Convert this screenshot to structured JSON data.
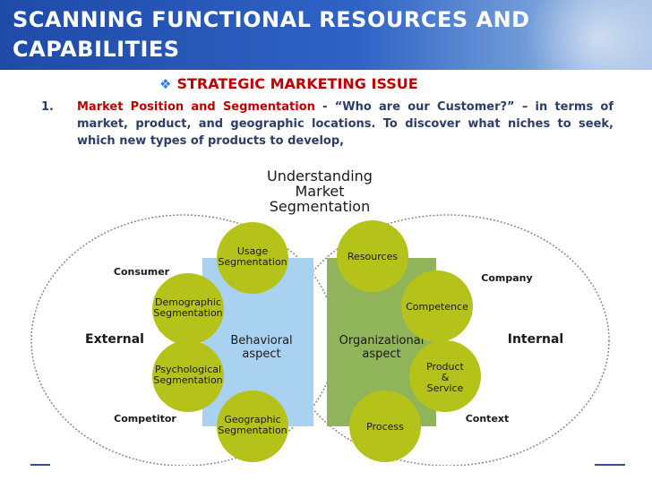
{
  "slide": {
    "title": "SCANNING FUNCTIONAL RESOURCES AND CAPABILITIES",
    "subheading": "STRATEGIC MARKETING ISSUE",
    "list_number": "1.",
    "para_red": "Market Position and Segmentation",
    "para_rest": " - “Who are our Customer?” – in terms of market, product, and geographic locations. To discover what niches to seek, which new types of products to develop,"
  },
  "diagram": {
    "title_lines": [
      "Understanding",
      "Market",
      "Segmentation"
    ],
    "left_center": [
      "Behavioral",
      "aspect"
    ],
    "right_center": [
      "Organizational",
      "aspect"
    ],
    "left_circles": [
      [
        "Usage",
        "Segmentation"
      ],
      [
        "Demographic",
        "Segmentation"
      ],
      [
        "Psychological",
        "Segmentation"
      ],
      [
        "Geographic",
        "Segmentation"
      ]
    ],
    "right_circles": [
      [
        "Resources"
      ],
      [
        "Competence"
      ],
      [
        "Product",
        "&",
        "Service"
      ],
      [
        "Process"
      ]
    ],
    "outer_left": [
      "Consumer",
      "External",
      "Competitor"
    ],
    "outer_right": [
      "Company",
      "Internal",
      "Context"
    ],
    "colors": {
      "green_circle": "#b5c21a",
      "left_rect": "#a8d2f0",
      "right_rect": "#8fb45a",
      "ellipse_stroke": "#888888"
    }
  }
}
